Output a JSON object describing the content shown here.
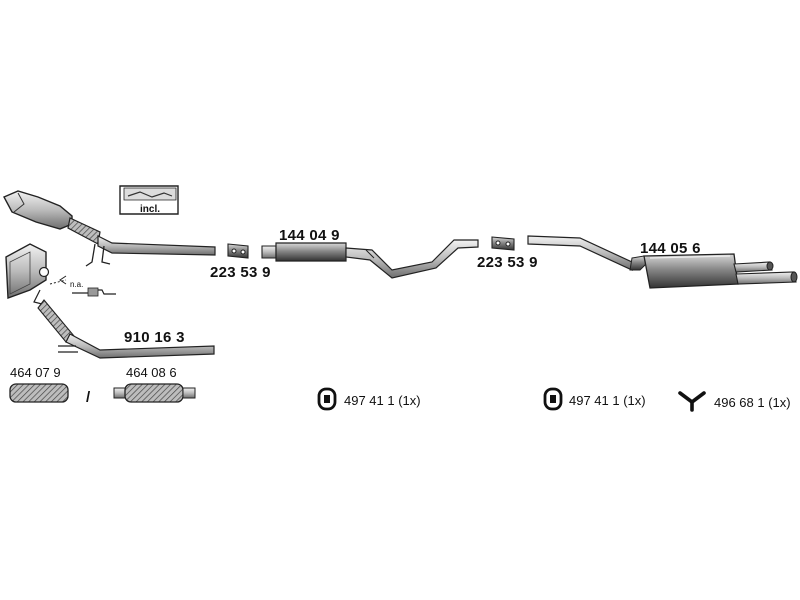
{
  "parts": {
    "catalyst_pipe": "910 16 3",
    "clamp_1": "223 53 9",
    "middle_silencer": "144 04 9",
    "clamp_2": "223 53 9",
    "rear_silencer": "144 05 6",
    "flex_pipe_a": "464 07 9",
    "flex_pipe_b": "464 08 6",
    "hanger_1": "497 41 1 (1x)",
    "hanger_2": "497 41 1 (1x)",
    "hanger_3": "496 68 1 (1x)"
  },
  "labels": {
    "included": "incl.",
    "not_applicable": "n.a.",
    "separator": "/"
  }
}
